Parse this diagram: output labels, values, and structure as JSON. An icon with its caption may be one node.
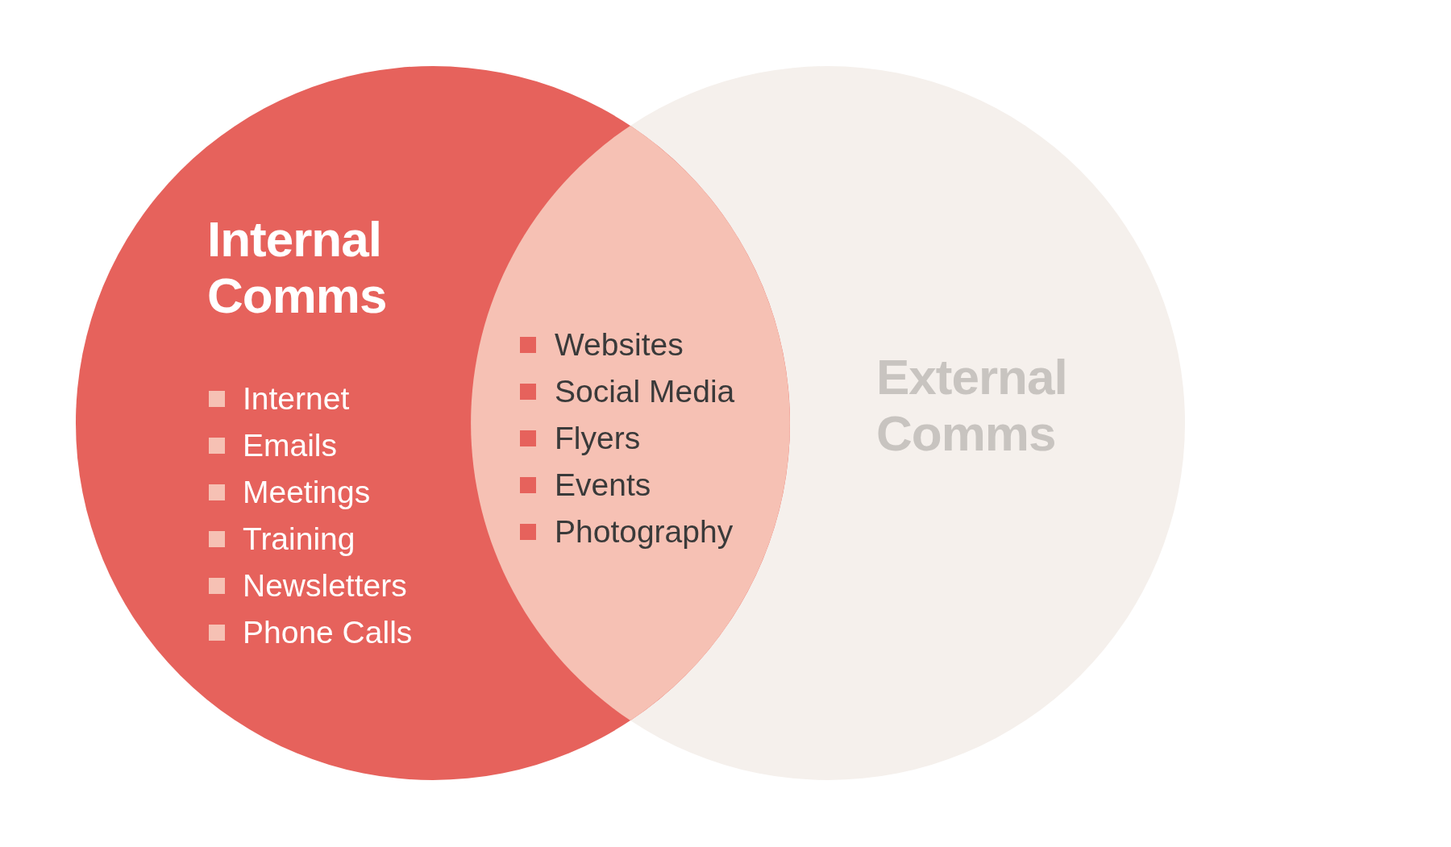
{
  "diagram": {
    "nodes": [
      {
        "text": [
          "Internal Comms",
          "Internet",
          "Emails",
          "Meetings",
          "Training",
          "Newsletters",
          "Phone Calls"
        ]
      },
      {
        "text": [
          "External Comms"
        ]
      },
      {
        "text": [
          "Websites",
          "Social Media",
          "Flyers",
          "Events",
          "Photography"
        ]
      }
    ],
    "edges": []
  }
}
